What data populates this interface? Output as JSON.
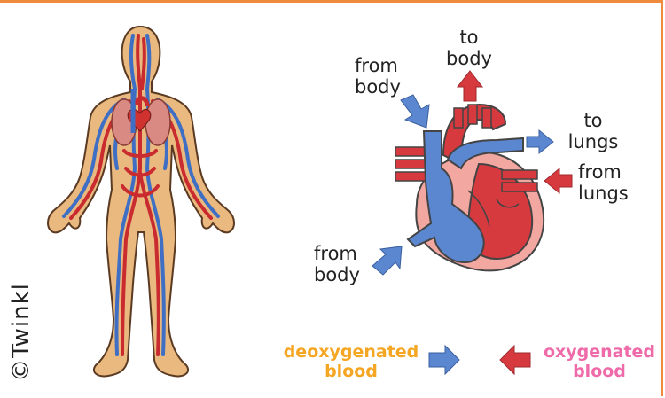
{
  "labels": {
    "from_body_top": [
      "from",
      "body"
    ],
    "to_body": [
      "to",
      "body"
    ],
    "to_lungs": [
      "to",
      "lungs"
    ],
    "from_lungs": [
      "from",
      "lungs"
    ],
    "from_body_bottom": [
      "from",
      "body"
    ]
  },
  "legend": {
    "deoxygenated": [
      "deoxygenated",
      "blood"
    ],
    "oxygenated": [
      "oxygenated",
      "blood"
    ]
  },
  "copyright": "©Twinkl",
  "colors": {
    "border": "#f08a3c",
    "oxygenated": "#d63a3f",
    "deoxygenated": "#5b86d0",
    "deoxygenated_text": "#f5a623",
    "oxygenated_text": "#ef6aa8",
    "skin": "#e9b97f",
    "heart_outer": "#f2a7a1"
  }
}
